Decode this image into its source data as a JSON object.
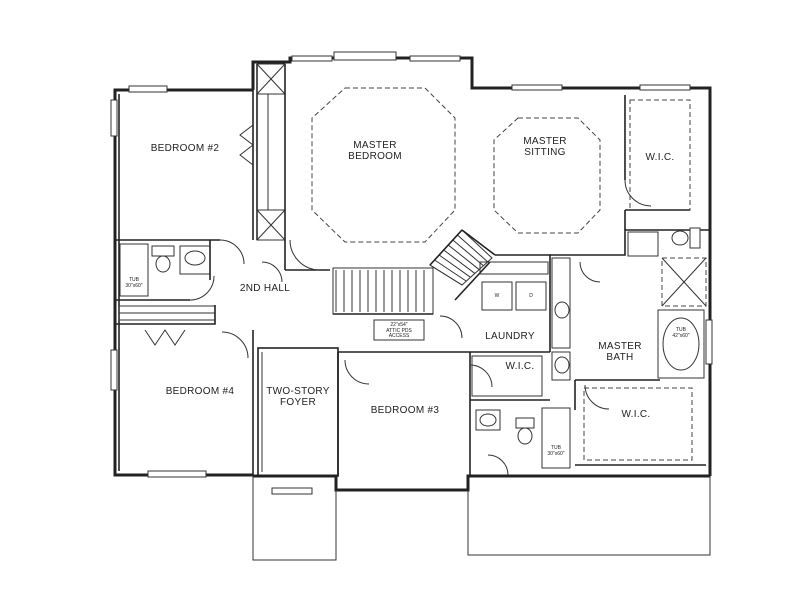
{
  "rooms": {
    "bedroom2": "BEDROOM #2",
    "master_bedroom": "MASTER\nBEDROOM",
    "master_sitting": "MASTER\nSITTING",
    "wic_top": "W.I.C.",
    "second_hall": "2ND HALL",
    "laundry": "LAUNDRY",
    "master_bath": "MASTER\nBATH",
    "bedroom4": "BEDROOM #4",
    "two_story_foyer": "TWO-STORY\nFOYER",
    "bedroom3": "BEDROOM #3",
    "wic_mid": "W.I.C.",
    "wic_bottom": "W.I.C."
  },
  "fixtures": {
    "tub_left": "TUB\n30\"x60\"",
    "tub_bottom": "TUB\n30\"x60\"",
    "tub_master": "TUB\n42\"x60\"",
    "attic_access": "22\"x54\"\nATTIC PDS\nACCESS",
    "washer": "W",
    "dryer": "D"
  }
}
